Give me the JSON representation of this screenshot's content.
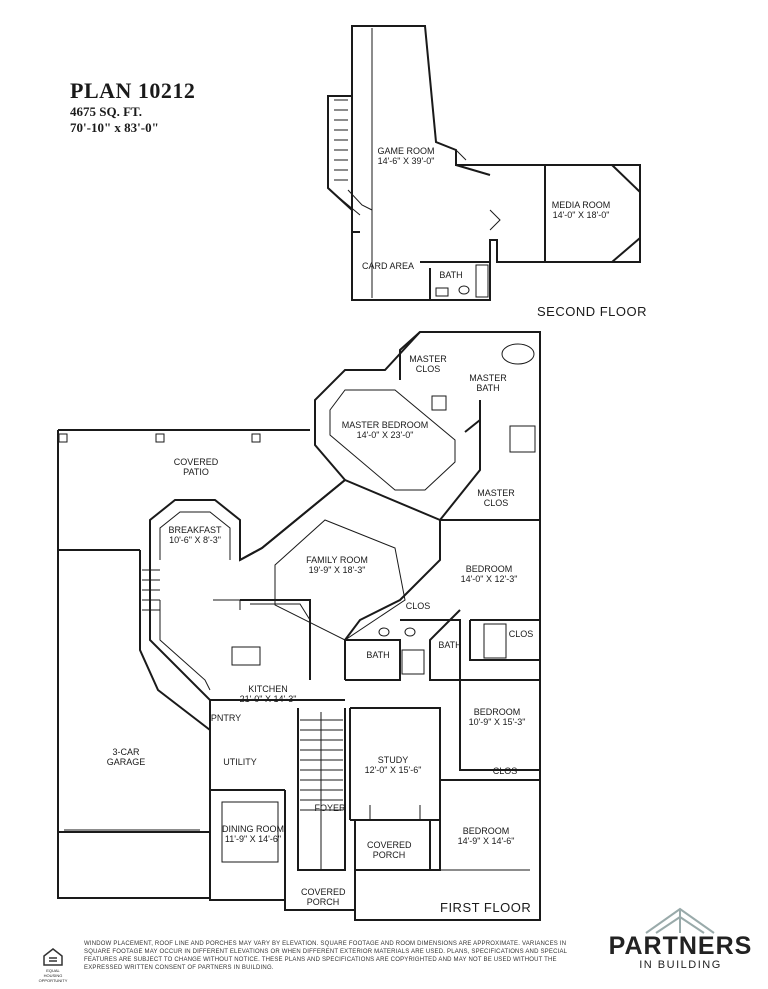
{
  "header": {
    "plan_title": "PLAN 10212",
    "square_feet": "4675 SQ. FT.",
    "dimensions": "70'-10\" x 83'-0\""
  },
  "floors": {
    "second_floor_label": "SECOND FLOOR",
    "first_floor_label": "FIRST FLOOR"
  },
  "second_floor_rooms": [
    {
      "name": "GAME ROOM",
      "size": "14'-6\" X 39'-0\""
    },
    {
      "name": "MEDIA ROOM",
      "size": "14'-0\" X 18'-0\""
    },
    {
      "name": "CARD AREA",
      "size": ""
    },
    {
      "name": "BATH",
      "size": ""
    }
  ],
  "first_floor_rooms": [
    {
      "name": "MASTER CLOS",
      "size": ""
    },
    {
      "name": "MASTER BATH",
      "size": ""
    },
    {
      "name": "MASTER BEDROOM",
      "size": "14'-0\" X 23'-0\""
    },
    {
      "name": "MASTER CLOS",
      "size": ""
    },
    {
      "name": "COVERED PATIO",
      "size": ""
    },
    {
      "name": "BREAKFAST",
      "size": "10'-6\" X 8'-3\""
    },
    {
      "name": "FAMILY ROOM",
      "size": "19'-9\" X 18'-3\""
    },
    {
      "name": "BEDROOM",
      "size": "14'-0\" X 12'-3\""
    },
    {
      "name": "CLOS",
      "size": ""
    },
    {
      "name": "CLOS",
      "size": ""
    },
    {
      "name": "BATH",
      "size": ""
    },
    {
      "name": "BATH",
      "size": ""
    },
    {
      "name": "KITCHEN",
      "size": "21'-0\" X 14'-3\""
    },
    {
      "name": "PNTRY",
      "size": ""
    },
    {
      "name": "UTILITY",
      "size": ""
    },
    {
      "name": "3-CAR GARAGE",
      "size": ""
    },
    {
      "name": "BEDROOM",
      "size": "10'-9\" X 15'-3\""
    },
    {
      "name": "CLOS",
      "size": ""
    },
    {
      "name": "STUDY",
      "size": "12'-0\" X 15'-6\""
    },
    {
      "name": "FOYER",
      "size": ""
    },
    {
      "name": "DINING ROOM",
      "size": "11'-9\" X 14'-6\""
    },
    {
      "name": "COVERED PORCH",
      "size": ""
    },
    {
      "name": "BEDROOM",
      "size": "14'-9\" X 14'-6\""
    },
    {
      "name": "COVERED PORCH",
      "size": ""
    }
  ],
  "footer": {
    "disclaimer": "WINDOW PLACEMENT, ROOF LINE AND PORCHES MAY VARY BY ELEVATION. SQUARE FOOTAGE AND ROOM DIMENSIONS ARE APPROXIMATE. VARIANCES IN SQUARE FOOTAGE MAY OCCUR IN DIFFERENT ELEVATIONS OR WHEN DIFFERENT EXTERIOR MATERIALS ARE USED. PLANS, SPECIFICATIONS AND SPECIAL FEATURES ARE SUBJECT TO CHANGE WITHOUT NOTICE. THESE PLANS AND SPECIFICATIONS ARE COPYRIGHTED AND MAY NOT BE USED WITHOUT THE EXPRESSED WRITTEN CONSENT OF PARTNERS IN BUILDING.",
    "brand_name": "PARTNERS",
    "brand_tagline": "IN BUILDING",
    "equal_housing": "EQUAL HOUSING OPPORTUNITY"
  }
}
